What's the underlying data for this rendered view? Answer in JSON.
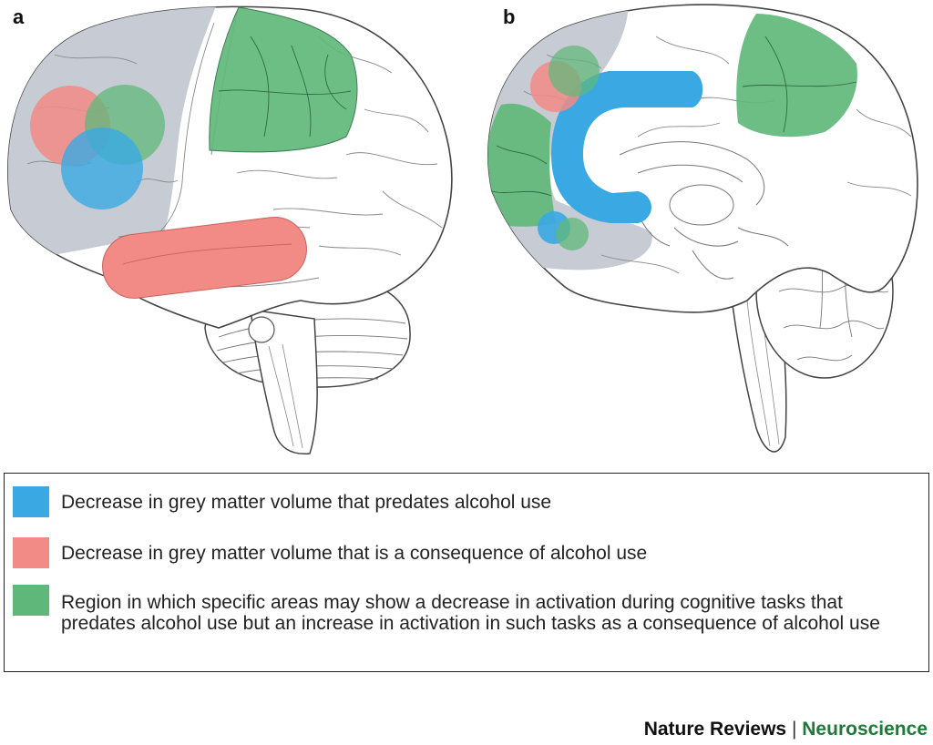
{
  "panels": {
    "a": {
      "label": "a"
    },
    "b": {
      "label": "b"
    }
  },
  "colors": {
    "blue": "#3aa9e3",
    "red": "#f28b86",
    "green": "#5fb879",
    "grey": "#c7cbd3",
    "outline": "#444444"
  },
  "legend": {
    "items": [
      {
        "color_key": "blue",
        "text": "Decrease in grey matter volume that predates alcohol use"
      },
      {
        "color_key": "red",
        "text": "Decrease in grey matter volume that is a consequence of alcohol use"
      },
      {
        "color_key": "green",
        "text": "Region in which specific areas may show a decrease in activation during cognitive tasks that predates alcohol use but an increase in activation in such tasks as a consequence of alcohol use"
      }
    ]
  },
  "footer": {
    "journal": "Nature Reviews",
    "separator": "|",
    "subjournal": "Neuroscience"
  }
}
